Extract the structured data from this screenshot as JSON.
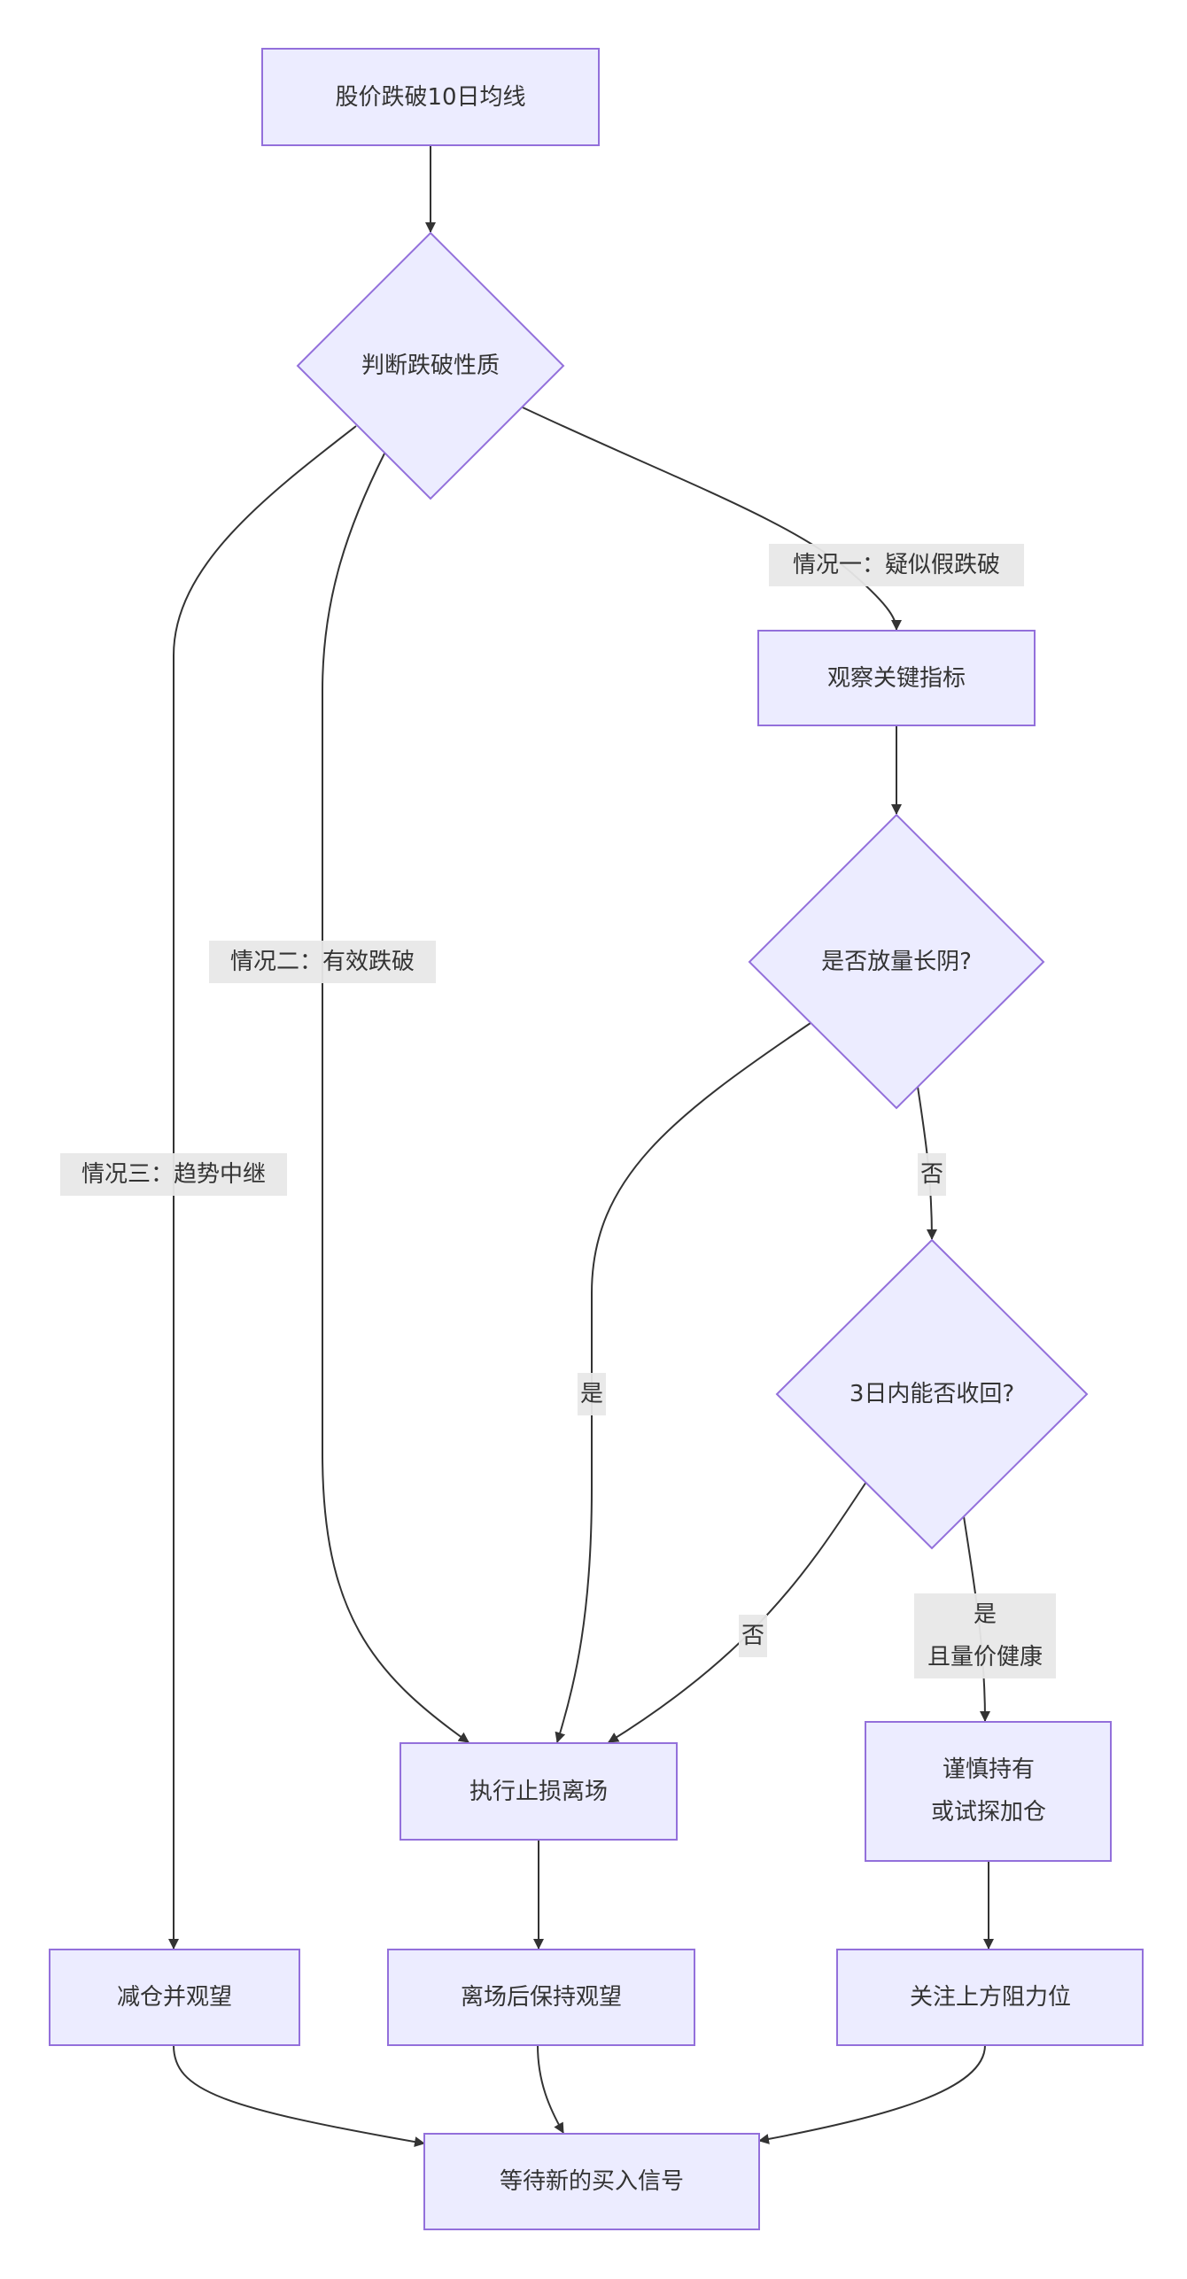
{
  "diagram": {
    "type": "flowchart",
    "direction": "top-down",
    "colors": {
      "node_fill": "#ECECFF",
      "node_stroke": "#9370DB",
      "edge": "#333333",
      "label_bg": "#E8E8E8",
      "text": "#333333"
    },
    "nodes": {
      "start": {
        "shape": "rect",
        "lines": [
          "股价跌破10日均线"
        ]
      },
      "judge": {
        "shape": "diamond",
        "lines": [
          "判断跌破性质"
        ]
      },
      "observe": {
        "shape": "rect",
        "lines": [
          "观察关键指标"
        ]
      },
      "volume": {
        "shape": "diamond",
        "lines": [
          "是否放量长阴?"
        ]
      },
      "recover": {
        "shape": "diamond",
        "lines": [
          "3日内能否收回?"
        ]
      },
      "stoploss": {
        "shape": "rect",
        "lines": [
          "执行止损离场"
        ]
      },
      "hold": {
        "shape": "rect",
        "lines": [
          "谨慎持有",
          "或试探加仓"
        ]
      },
      "reduce": {
        "shape": "rect",
        "lines": [
          "减仓并观望"
        ]
      },
      "watch_after_exit": {
        "shape": "rect",
        "lines": [
          "离场后保持观望"
        ]
      },
      "resistance": {
        "shape": "rect",
        "lines": [
          "关注上方阻力位"
        ]
      },
      "wait": {
        "shape": "rect",
        "lines": [
          "等待新的买入信号"
        ]
      }
    },
    "edges": [
      {
        "from": "start",
        "to": "judge",
        "label": []
      },
      {
        "from": "judge",
        "to": "observe",
        "label": [
          "情况一：疑似假跌破"
        ]
      },
      {
        "from": "judge",
        "to": "stoploss",
        "label": [
          "情况二：有效跌破"
        ]
      },
      {
        "from": "judge",
        "to": "reduce",
        "label": [
          "情况三：趋势中继"
        ]
      },
      {
        "from": "observe",
        "to": "volume",
        "label": []
      },
      {
        "from": "volume",
        "to": "stoploss",
        "label": [
          "是"
        ]
      },
      {
        "from": "volume",
        "to": "recover",
        "label": [
          "否"
        ]
      },
      {
        "from": "recover",
        "to": "stoploss",
        "label": [
          "否"
        ]
      },
      {
        "from": "recover",
        "to": "hold",
        "label": [
          "是",
          "且量价健康"
        ]
      },
      {
        "from": "stoploss",
        "to": "watch_after_exit",
        "label": []
      },
      {
        "from": "hold",
        "to": "resistance",
        "label": []
      },
      {
        "from": "reduce",
        "to": "wait",
        "label": []
      },
      {
        "from": "watch_after_exit",
        "to": "wait",
        "label": []
      },
      {
        "from": "resistance",
        "to": "wait",
        "label": []
      }
    ]
  }
}
